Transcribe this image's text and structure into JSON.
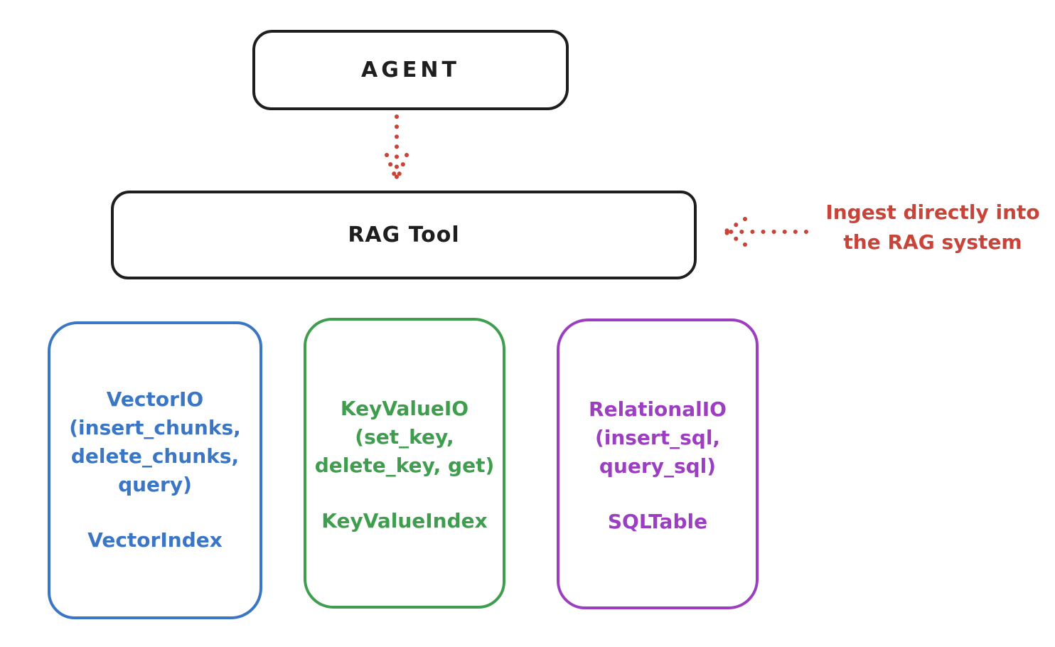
{
  "diagram": {
    "background_color": "#ffffff",
    "stroke_color": "#1e1e1e",
    "accent_red": "#c94438",
    "agent": {
      "label": "AGENT"
    },
    "rag_tool": {
      "label": "RAG Tool"
    },
    "annotation": {
      "line1": "Ingest directly into",
      "line2": "the RAG system",
      "color": "#c94438"
    },
    "arrows": [
      {
        "name": "agent-to-rag",
        "style": "dotted",
        "color": "#c94438",
        "direction": "down"
      },
      {
        "name": "annotation-to-rag",
        "style": "dotted",
        "color": "#c94438",
        "direction": "left"
      }
    ],
    "stores": [
      {
        "title": "VectorIO",
        "params": [
          "(insert_chunks,",
          "delete_chunks,",
          "query)"
        ],
        "index_label": "VectorIndex",
        "color": "#3b76c4"
      },
      {
        "title": "KeyValueIO",
        "params": [
          "(set_key,",
          "delete_key, get)"
        ],
        "index_label": "KeyValueIndex",
        "color": "#3f9e4d"
      },
      {
        "title": "RelationalIO",
        "params": [
          "(insert_sql,",
          "query_sql)"
        ],
        "index_label": "SQLTable",
        "color": "#9b3fc0"
      }
    ]
  }
}
